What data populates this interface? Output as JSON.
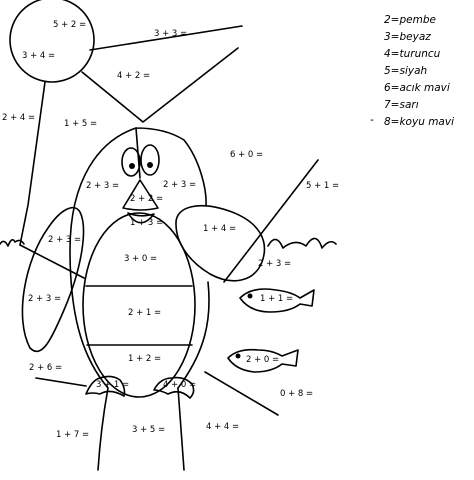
{
  "legend": [
    "2=pembe",
    "3=beyaz",
    "4=turuncu",
    "5=siyah",
    "6=acık mavi",
    "7=sarı",
    "8=koyu mavi"
  ],
  "legend_marker": "-",
  "regions": {
    "sun": "5 + 2 =",
    "sun_lower": "3 + 4 =",
    "sky_top": "3 + 3 =",
    "ray_wedge": "4 + 2 =",
    "sky_left": "2 + 4 =",
    "penguin_head_left": "1 + 5 =",
    "sky_right": "6 + 0 =",
    "ray_right": "5 + 1 =",
    "head_left": "2 + 3 =",
    "head_right": "2 + 3 =",
    "beak": "2 + 2 =",
    "beak_lower": "1 + 3 =",
    "left_wing": "2 + 3 =",
    "left_outer": "2 + 3 =",
    "right_wing": "1 + 4 =",
    "sea_right": "2 + 3 =",
    "belly_top": "3 + 0 =",
    "belly_middle": "2 + 1 =",
    "belly_bottom": "1 + 2 =",
    "fish_top": "1 + 1 =",
    "fish_bottom": "2 + 0 =",
    "ground_left": "2 + 6 =",
    "foot_left": "3 + 1 =",
    "foot_right": "4 + 0 =",
    "ground_right": "0 + 8 =",
    "ground_bottom_left": "1 + 7 =",
    "ground_bottom_mid": "3 + 5 =",
    "ground_bottom_right": "4 + 4 ="
  }
}
